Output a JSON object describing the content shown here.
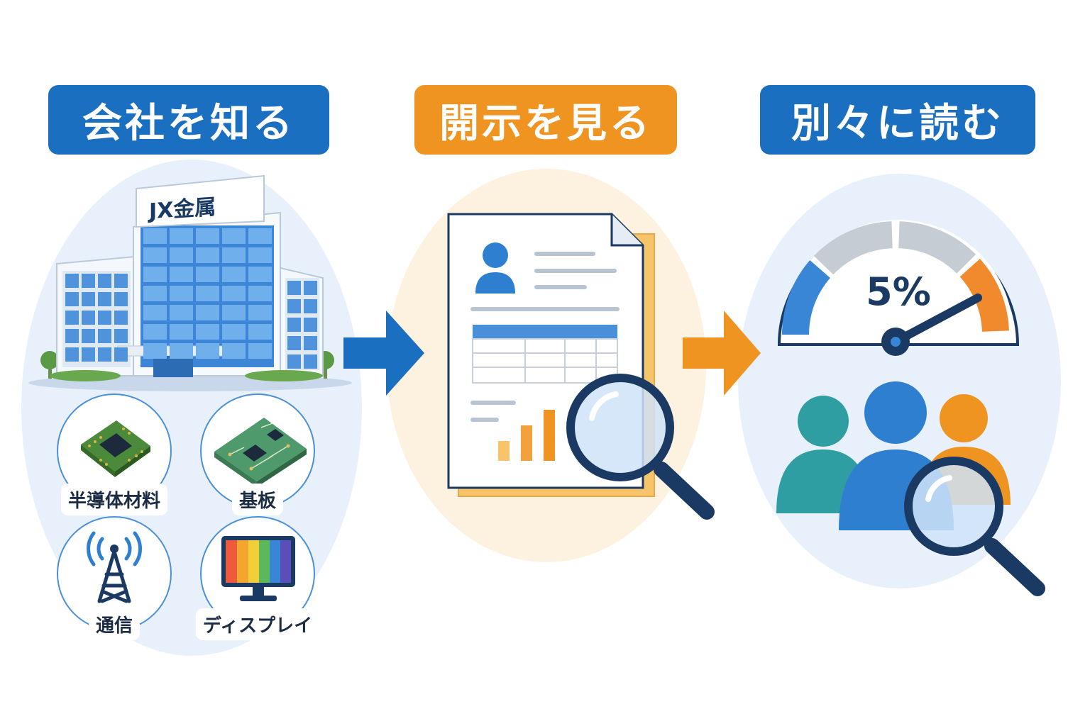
{
  "colors": {
    "blue": "#1a6fc0",
    "orange": "#ef9421",
    "navy": "#1b3a63",
    "light_blue_bg": "#e7f1fb",
    "light_orange_bg": "#fdf1df"
  },
  "steps": [
    {
      "title": "会社を知る",
      "color": "#1a6fc0"
    },
    {
      "title": "開示を見る",
      "color": "#ef9421"
    },
    {
      "title": "別々に読む",
      "color": "#1a6fc0"
    }
  ],
  "company": {
    "sign": "JX金属",
    "categories": [
      {
        "label": "半導体材料",
        "icon": "chip-icon"
      },
      {
        "label": "基板",
        "icon": "circuit-board-icon"
      },
      {
        "label": "通信",
        "icon": "antenna-tower-icon"
      },
      {
        "label": "ディスプレイ",
        "icon": "monitor-icon"
      }
    ]
  },
  "disclosure": {
    "icons": [
      "document-icon",
      "profile-icon",
      "table-icon",
      "bar-chart-icon",
      "magnifier-icon"
    ]
  },
  "reading": {
    "gauge_value": "5%",
    "icons": [
      "gauge-icon",
      "people-group-icon",
      "magnifier-icon"
    ]
  }
}
